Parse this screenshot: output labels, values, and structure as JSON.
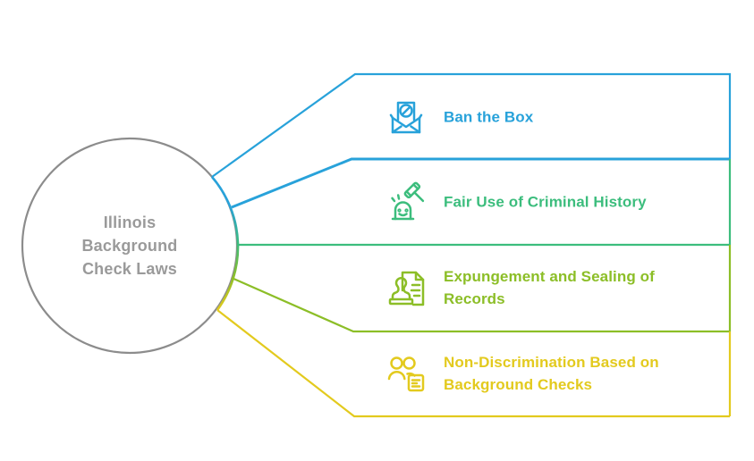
{
  "diagram": {
    "type": "branch-diagram",
    "background": "#FFFFFF",
    "center": {
      "label": "Illinois\nBackground\nCheck Laws",
      "border_color": "#8C8C8C",
      "text_color": "#9A9A9A"
    },
    "branches": [
      {
        "label": "Ban the Box",
        "color": "#28A2DA",
        "icon": "envelope-ban-icon"
      },
      {
        "label": "Fair Use of Criminal History",
        "color": "#3CBD7D",
        "icon": "gavel-tombstone-icon"
      },
      {
        "label": "Expungement and Sealing of Records",
        "color": "#8CBE27",
        "icon": "stamp-document-icon"
      },
      {
        "label": "Non-Discrimination Based on Background Checks",
        "color": "#E3CA1E",
        "icon": "people-note-icon"
      }
    ]
  }
}
